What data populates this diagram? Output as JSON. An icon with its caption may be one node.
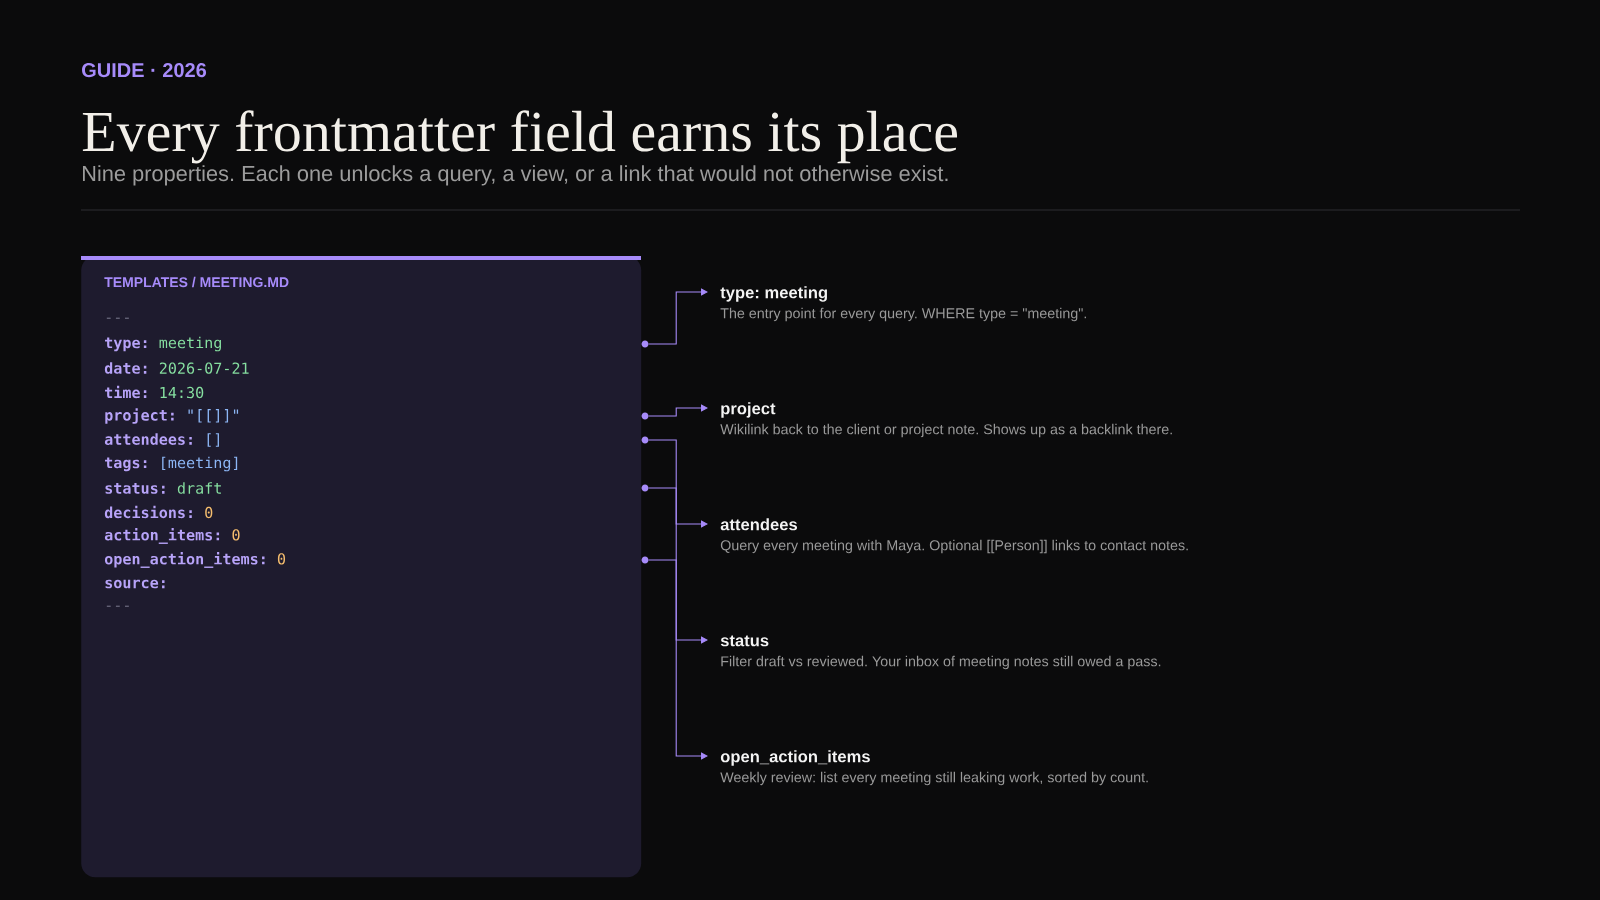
{
  "diagram": {
    "title": "Every frontmatter field earns its place",
    "nodes": [
      {
        "text": [
          "TEMPLATES / MEETING.MD"
        ]
      },
      {
        "text": [
          "---"
        ],
        "in": 0
      },
      {
        "text": [
          "type:",
          "meeting"
        ],
        "in": 0
      },
      {
        "text": [
          "date:",
          "2026-07-21"
        ],
        "in": 0
      },
      {
        "text": [
          "time:",
          "14:30"
        ],
        "in": 0
      },
      {
        "text": [
          "project:",
          "\"[[]]\""
        ],
        "in": 0
      },
      {
        "text": [
          "attendees:",
          "[]"
        ],
        "in": 0
      },
      {
        "text": [
          "tags:",
          "[meeting]"
        ],
        "in": 0
      },
      {
        "text": [
          "status:",
          "draft"
        ],
        "in": 0
      },
      {
        "text": [
          "decisions:",
          "0"
        ],
        "in": 0
      },
      {
        "text": [
          "action_items:",
          "0"
        ],
        "in": 0
      },
      {
        "text": [
          "open_action_items:",
          "0"
        ],
        "in": 0
      },
      {
        "text": [
          "source:"
        ],
        "in": 0
      },
      {
        "text": [
          "---"
        ],
        "in": 0
      },
      {
        "text": [],
        "shape": "circle"
      },
      {
        "text": [],
        "shape": "circle"
      },
      {
        "text": [],
        "shape": "circle"
      },
      {
        "text": [],
        "shape": "circle"
      },
      {
        "text": [],
        "shape": "circle"
      },
      {
        "text": [
          "type: meeting",
          "The entry point for every query. WHERE type = \"meeting\"."
        ]
      },
      {
        "text": [
          "project",
          "Wikilink back to the client or project note. Shows up as a backlink there."
        ]
      },
      {
        "text": [
          "attendees",
          "Query every meeting with Maya. Optional [[Person]] links to contact notes."
        ]
      },
      {
        "text": [
          "status",
          "Filter draft vs reviewed. Your inbox of meeting notes still owed a pass."
        ]
      },
      {
        "text": [
          "open_action_items",
          "Weekly review: list every meeting still leaking work, sorted by count."
        ]
      }
    ],
    "edges": [
      {
        "from": 14,
        "to": 19,
        "arrow": "to"
      },
      {
        "from": 15,
        "to": 20,
        "arrow": "to"
      },
      {
        "from": 16,
        "to": 21,
        "arrow": "to"
      },
      {
        "from": 17,
        "to": 22,
        "arrow": "to"
      },
      {
        "from": 18,
        "to": 23,
        "arrow": "to"
      }
    ],
    "labels": [
      "GUIDE · 2026",
      "Nine properties. Each one unlocks a query, a view, or a link that would not otherwise exist."
    ]
  }
}
